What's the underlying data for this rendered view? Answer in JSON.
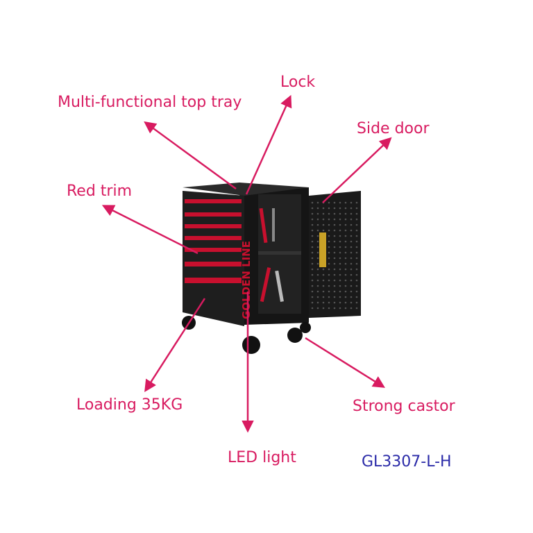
{
  "callouts": {
    "top_tray": "Multi-functional top tray",
    "lock": "Lock",
    "side_door": "Side door",
    "red_trim": "Red trim",
    "loading": "Loading 35KG",
    "led_light": "LED light",
    "strong_castor": "Strong castor"
  },
  "model_number": "GL3307-L-H",
  "brand_text": "GOLDEN LINE",
  "colors": {
    "callout": "#d81b60",
    "model": "#2a2aa8",
    "cabinet": "#1a1a1a",
    "trim": "#c8102e"
  }
}
